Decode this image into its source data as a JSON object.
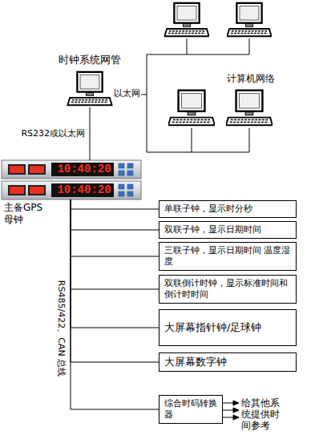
{
  "diagram": {
    "nodes": [
      {
        "text": [
          "时钟系统网管"
        ]
      },
      {
        "text": [
          "10:40:20",
          "10:40:20",
          "主备GPS 母钟"
        ]
      },
      {
        "text": [
          "单联子钟，显示时分秒"
        ]
      },
      {
        "text": [
          "双联子钟，显示日期时间"
        ]
      },
      {
        "text": [
          "三联子钟，显示日期时间 温度湿度"
        ]
      },
      {
        "text": [
          "双联倒计时钟，显示标准时间和倒计时时间"
        ]
      },
      {
        "text": [
          "大屏幕指针钟/足球钟"
        ]
      },
      {
        "text": [
          "大屏幕数字钟"
        ]
      },
      {
        "text": [
          "综合时码转换器"
        ]
      }
    ],
    "edges": [
      {
        "from": 0,
        "to": 1,
        "label": "RS232或以太网",
        "arrow": "none"
      },
      {
        "from": 1,
        "to": 2,
        "arrow": "none"
      },
      {
        "from": 1,
        "to": 3,
        "arrow": "none"
      },
      {
        "from": 1,
        "to": 4,
        "arrow": "none"
      },
      {
        "from": 1,
        "to": 5,
        "arrow": "none"
      },
      {
        "from": 1,
        "to": 6,
        "arrow": "none"
      },
      {
        "from": 1,
        "to": 7,
        "arrow": "none"
      },
      {
        "from": 1,
        "to": 8,
        "arrow": "none"
      }
    ],
    "labels": [
      "计算机网络",
      "以太网",
      "RS485/422、CAN 总线",
      "给其他系统提供时间参考"
    ]
  }
}
